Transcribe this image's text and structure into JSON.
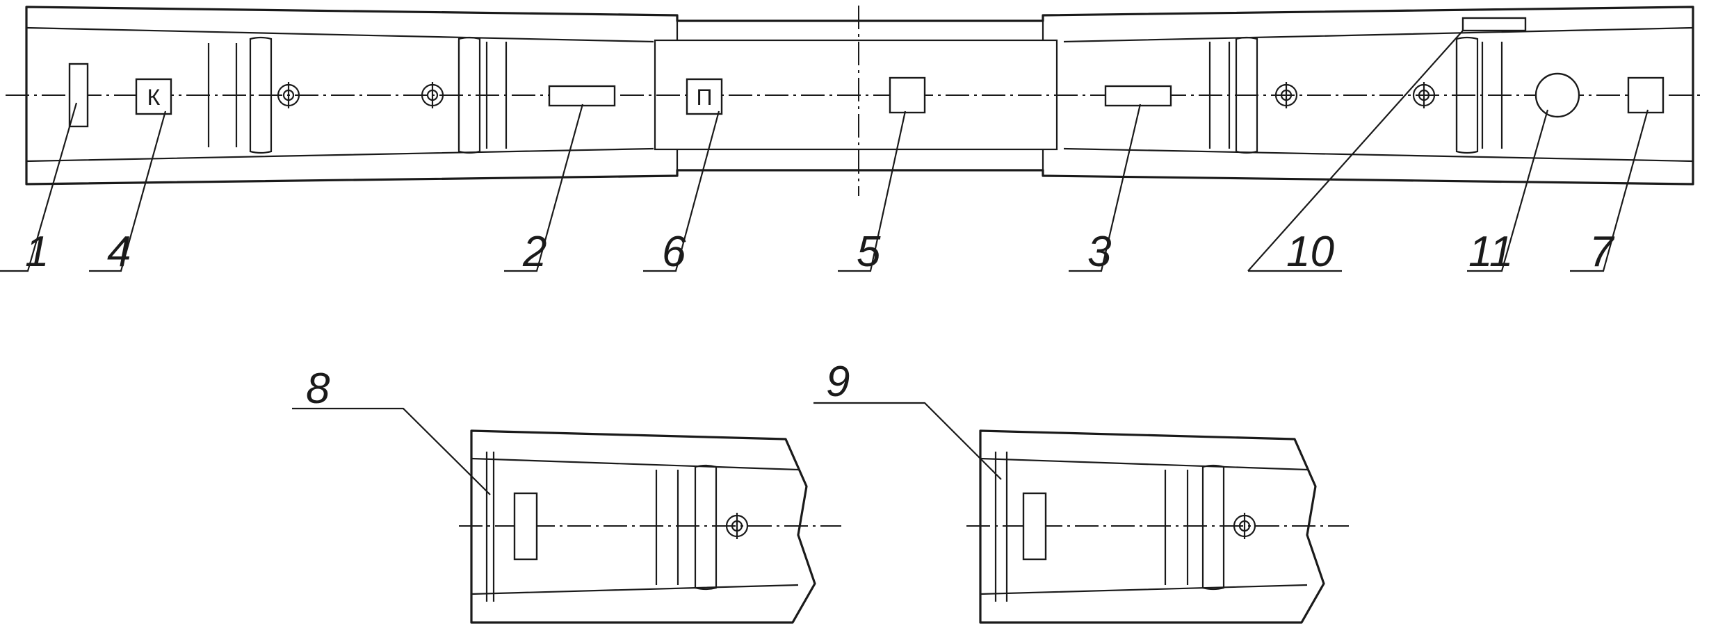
{
  "figure": {
    "callouts": [
      {
        "id": "c1",
        "label": "1"
      },
      {
        "id": "c4",
        "label": "4"
      },
      {
        "id": "c2",
        "label": "2"
      },
      {
        "id": "c6",
        "label": "6"
      },
      {
        "id": "c5",
        "label": "5"
      },
      {
        "id": "c3",
        "label": "3"
      },
      {
        "id": "c10",
        "label": "10"
      },
      {
        "id": "c11",
        "label": "11"
      },
      {
        "id": "c7",
        "label": "7"
      },
      {
        "id": "c8",
        "label": "8"
      },
      {
        "id": "c9",
        "label": "9"
      }
    ],
    "stamps": {
      "k_letter": "К",
      "p_letter": "П"
    }
  }
}
